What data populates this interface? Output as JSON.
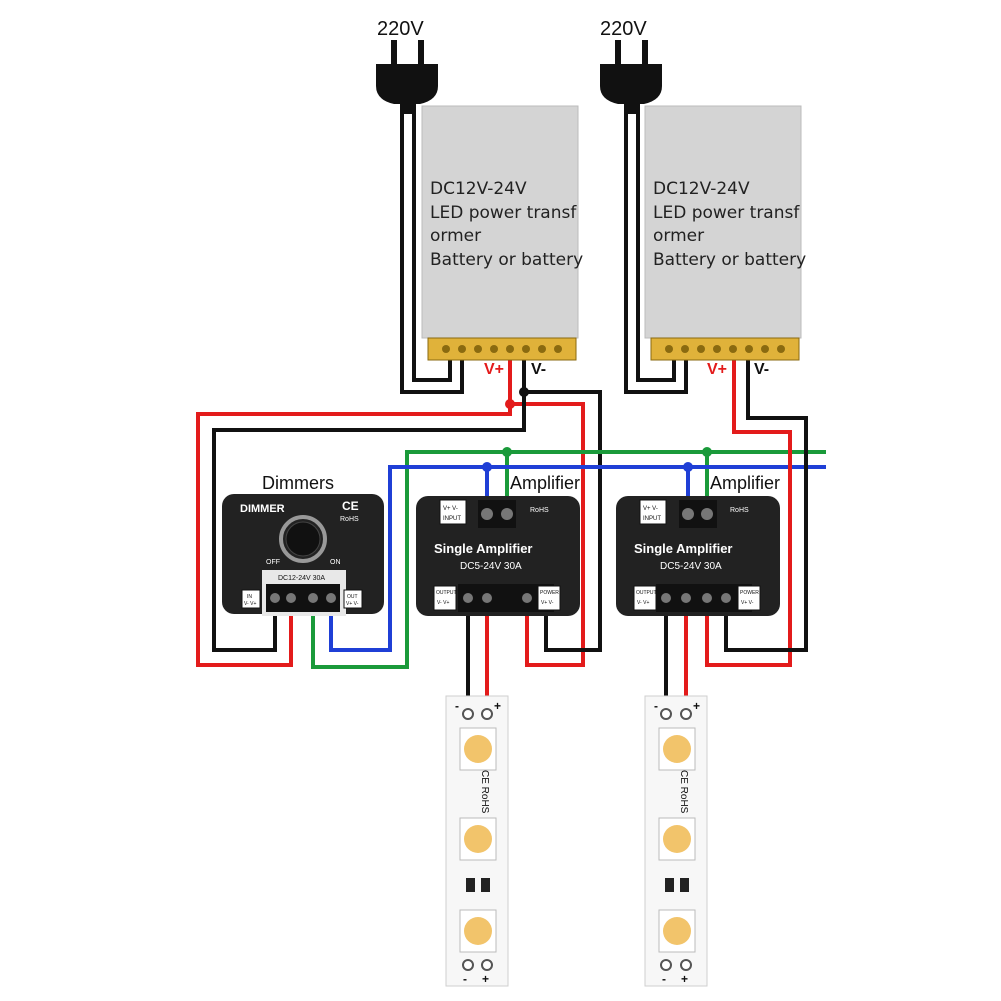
{
  "mains_labels": [
    "220V",
    "220V"
  ],
  "psu": {
    "lines": [
      "DC12V-24V",
      "LED power transf",
      "ormer",
      "Battery or battery"
    ],
    "v_plus": "V+",
    "v_minus": "V-"
  },
  "dimmer": {
    "caption": "Dimmers",
    "title": "DIMMER",
    "ce": "CE",
    "rohs": "RoHS",
    "off": "OFF",
    "on": "ON",
    "rating": "DC12-24V  30A",
    "in_label": "IN",
    "in_pins": "V- V+",
    "out_label": "OUT",
    "out_pins": "V+ V-"
  },
  "amplifier": {
    "caption": "Amplifier",
    "title": "Single Amplifier",
    "rating": "DC5-24V  30A",
    "input_label": "INPUT",
    "input_pins": "V+  V-",
    "rohs": "RoHS",
    "output_label": "OUTPUT",
    "output_pins": "V-  V+",
    "power_label": "POWER",
    "power_pins": "V+  V-"
  },
  "strip": {
    "minus": "-",
    "plus": "+",
    "marking": "CE RoHS"
  },
  "colors": {
    "red": "#e31b1b",
    "black": "#111111",
    "green": "#1a9a3a",
    "blue": "#1f3fd6",
    "psu_body": "#d4d4d4",
    "module_body": "#222222",
    "led": "#f2c46b"
  }
}
